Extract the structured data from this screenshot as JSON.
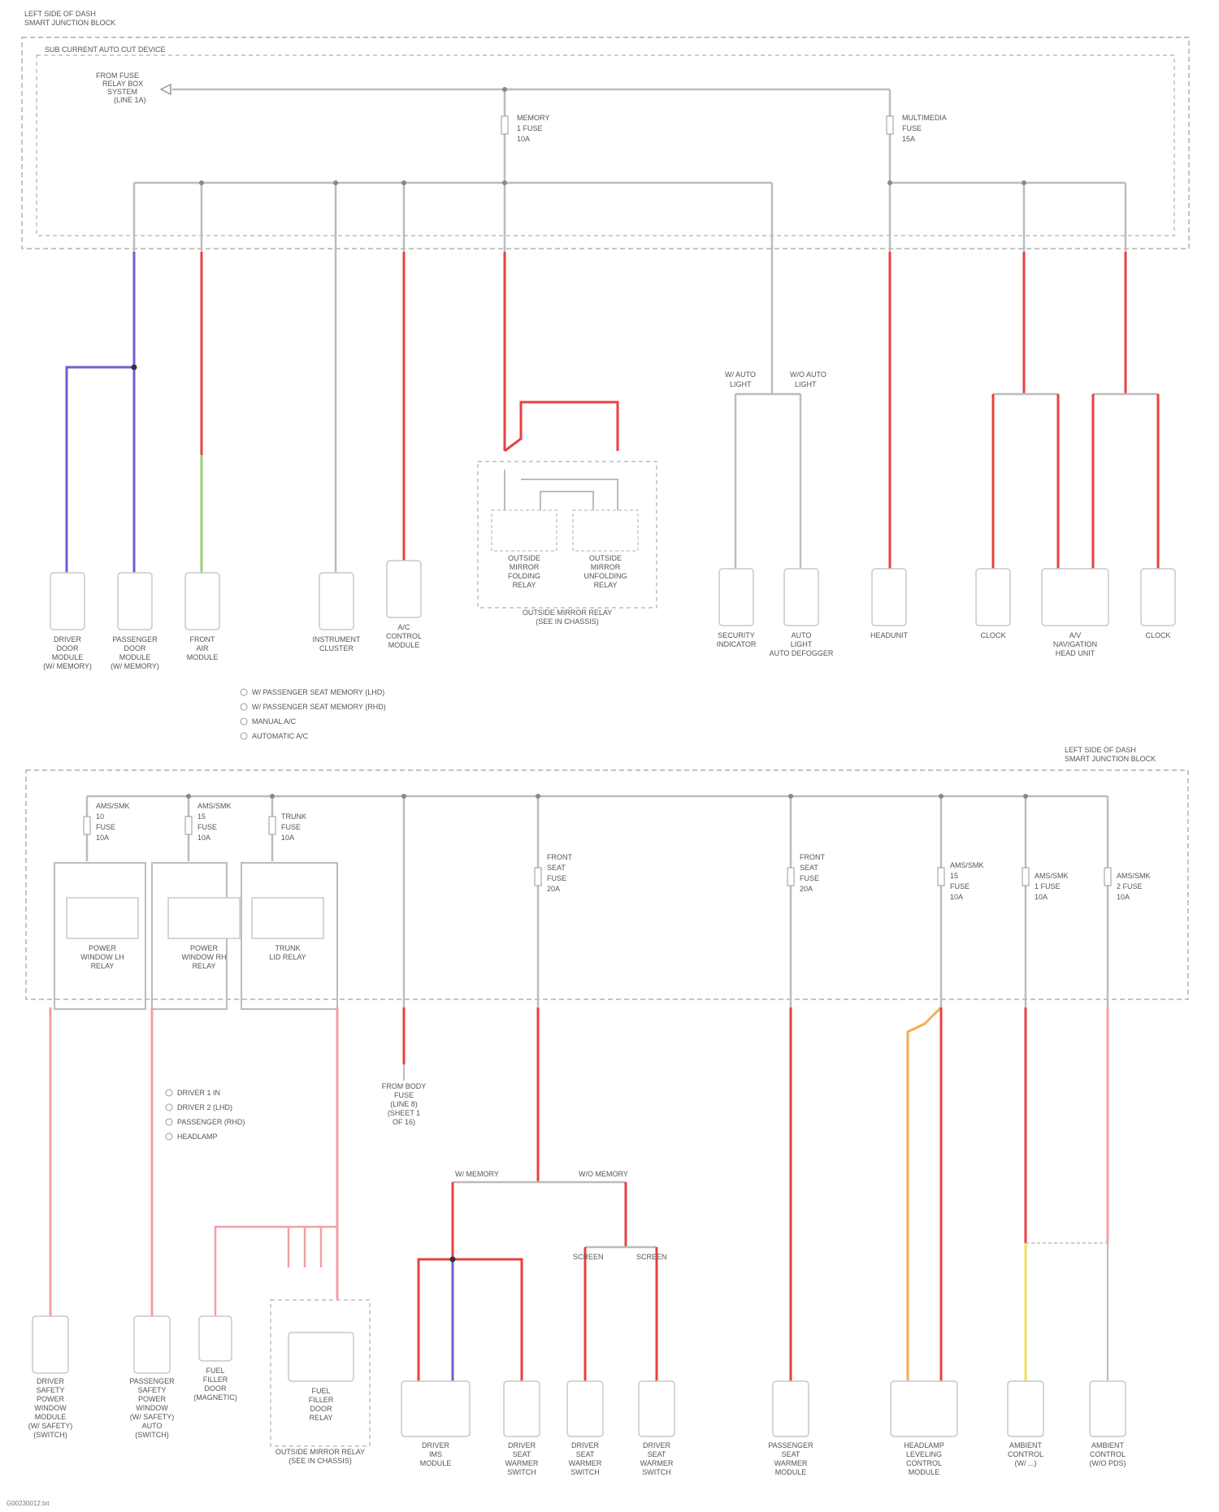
{
  "colors": {
    "red": "#e84040",
    "pink": "#f0a0a8",
    "blue": "#6a60d0",
    "green": "#9ad070",
    "orange": "#f0b050",
    "yellow": "#f0e060",
    "gray": "#bcbcbc",
    "frame": "#b0b0b0",
    "component": "#c8c8c8",
    "background": "#ffffff"
  },
  "top_section": {
    "header_line1": "LEFT SIDE OF DASH",
    "header_line2": "SMART JUNCTION BLOCK",
    "inner_frame_label": "SUB CURRENT AUTO CUT DEVICE",
    "source_label_lines": [
      "FROM FUSE",
      "RELAY BOX",
      "SYSTEM",
      "(LINE 1A)"
    ],
    "fuse_1_lines": [
      "MEMORY",
      "1 FUSE",
      "10A"
    ],
    "fuse_2_lines": [
      "MULTIMEDIA",
      "FUSE",
      "15A"
    ],
    "components": [
      {
        "name_lines": [
          "DRIVER",
          "DOOR",
          "MODULE",
          "(W/ MEMORY)"
        ]
      },
      {
        "name_lines": [
          "PASSENGER",
          "DOOR",
          "MODULE",
          "(W/ MEMORY)"
        ]
      },
      {
        "name_lines": [
          "FRONT",
          "AIR",
          "MODULE"
        ]
      },
      {
        "name_lines": [
          "INSTRUMENT",
          "CLUSTER"
        ]
      },
      {
        "name_lines": [
          "A/C",
          "CONTROL",
          "MODULE"
        ]
      },
      {
        "name_lines": [
          "OUTSIDE",
          "MIRROR",
          "FOLDING",
          "RELAY"
        ]
      },
      {
        "name_lines": [
          "OUTSIDE",
          "MIRROR",
          "UNFOLDING",
          "RELAY"
        ]
      },
      {
        "name_lines": [
          "SECURITY",
          "INDICATOR"
        ]
      },
      {
        "name_lines": [
          "AUTO",
          "LIGHT",
          "AUTO DEFOGGER"
        ]
      },
      {
        "name_lines": [
          "HEADUNIT"
        ]
      },
      {
        "name_lines": [
          "CLOCK"
        ]
      },
      {
        "name_lines": [
          "A/V",
          "NAVIGATION",
          "HEAD UNIT"
        ]
      },
      {
        "name_lines": [
          "CLOCK"
        ]
      }
    ],
    "relay_box_label_lines": [
      "OUTSIDE MIRROR RELAY",
      "(SEE IN CHASSIS)"
    ],
    "branch_labels": {
      "security_pair": [
        "W/ AUTO",
        "LIGHT",
        "W/O AUTO",
        "LIGHT"
      ]
    }
  },
  "legend_top": [
    "W/ PASSENGER SEAT MEMORY (LHD)",
    "W/ PASSENGER SEAT MEMORY (RHD)",
    "MANUAL A/C",
    "AUTOMATIC A/C"
  ],
  "bottom_section": {
    "header_line1": "LEFT SIDE OF DASH",
    "header_line2": "SMART JUNCTION BLOCK",
    "fuses": [
      {
        "lines": [
          "AMS/SMK",
          "10",
          "FUSE",
          "10A"
        ]
      },
      {
        "lines": [
          "AMS/SMK",
          "15",
          "FUSE",
          "10A"
        ]
      },
      {
        "lines": [
          "TRUNK",
          "FUSE",
          "10A"
        ]
      },
      {
        "lines": [
          "FRONT",
          "SEAT",
          "FUSE",
          "20A"
        ]
      },
      {
        "lines": [
          "FRONT",
          "SEAT",
          "FUSE",
          "20A"
        ]
      },
      {
        "lines": [
          "AMS/SMK",
          "15",
          "FUSE",
          "10A"
        ]
      },
      {
        "lines": [
          "AMS/SMK",
          "1 FUSE",
          "10A"
        ]
      },
      {
        "lines": [
          "AMS/SMK",
          "2 FUSE",
          "10A"
        ]
      }
    ],
    "relays": [
      {
        "lines": [
          "POWER",
          "WINDOW LH",
          "RELAY"
        ]
      },
      {
        "lines": [
          "POWER",
          "WINDOW RH",
          "RELAY"
        ]
      },
      {
        "lines": [
          "TRUNK",
          "LID RELAY"
        ]
      }
    ],
    "side_note_lines": [
      "FROM BODY",
      "FUSE",
      "(LINE 8)",
      "(SHEET 1",
      "OF 16)"
    ],
    "legend": [
      "DRIVER 1 IN",
      "DRIVER 2 (LHD)",
      "PASSENGER (RHD)",
      "HEADLAMP"
    ],
    "seat_branch_labels": [
      "W/ MEMORY",
      "W/O MEMORY"
    ],
    "seat_sub_labels": [
      "SCREEN",
      "SCREEN"
    ],
    "components": [
      {
        "name_lines": [
          "DRIVER",
          "SAFETY",
          "POWER",
          "WINDOW",
          "MODULE",
          "(W/ SAFETY)",
          "(SWITCH)"
        ]
      },
      {
        "name_lines": [
          "PASSENGER",
          "SAFETY",
          "POWER",
          "WINDOW",
          "(W/ SAFETY)",
          "AUTO",
          "(SWITCH)"
        ]
      },
      {
        "name_lines": [
          "FUEL",
          "FILLER",
          "DOOR",
          "(MAGNETIC)"
        ]
      },
      {
        "name_lines": [
          "FUEL",
          "FILLER",
          "DOOR",
          "RELAY"
        ]
      },
      {
        "name_lines": [
          "DRIVER",
          "IMS",
          "MODULE"
        ]
      },
      {
        "name_lines": [
          "DRIVER",
          "SEAT",
          "WARMER",
          "SWITCH"
        ]
      },
      {
        "name_lines": [
          "DRIVER",
          "SEAT",
          "WARMER",
          "SWITCH"
        ]
      },
      {
        "name_lines": [
          "DRIVER",
          "SEAT",
          "WARMER",
          "SWITCH"
        ]
      },
      {
        "name_lines": [
          "PASSENGER",
          "SEAT",
          "WARMER",
          "MODULE"
        ]
      },
      {
        "name_lines": [
          "HEADLAMP",
          "LEVELING",
          "CONTROL",
          "MODULE"
        ]
      },
      {
        "name_lines": [
          "AMBIENT",
          "CONTROL",
          "(W/ ...)"
        ]
      },
      {
        "name_lines": [
          "AMBIENT",
          "CONTROL",
          "(W/O PDS)"
        ]
      }
    ],
    "relay_box_label_lines": [
      "OUTSIDE MIRROR RELAY",
      "(SEE IN CHASSIS)"
    ]
  },
  "footer_text": "G00230012.txt"
}
